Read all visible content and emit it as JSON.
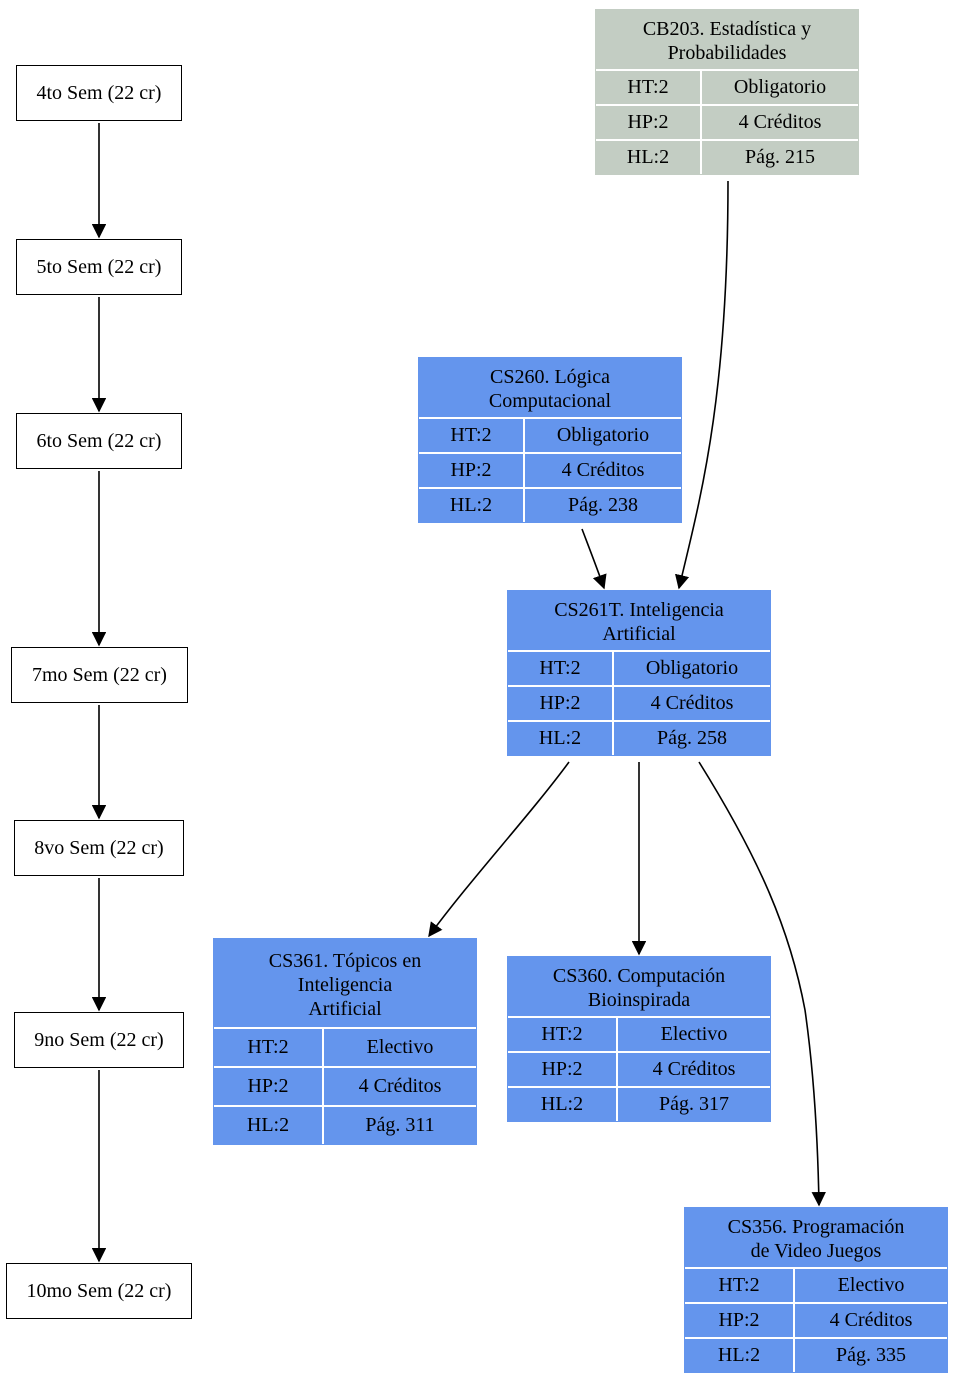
{
  "semesters": [
    {
      "id": "s4",
      "label": "4to Sem (22 cr)"
    },
    {
      "id": "s5",
      "label": "5to Sem (22 cr)"
    },
    {
      "id": "s6",
      "label": "6to Sem (22 cr)"
    },
    {
      "id": "s7",
      "label": "7mo Sem (22 cr)"
    },
    {
      "id": "s8",
      "label": "8vo Sem (22 cr)"
    },
    {
      "id": "s9",
      "label": "9no Sem (22 cr)"
    },
    {
      "id": "s10",
      "label": "10mo Sem (22 cr)"
    }
  ],
  "courses": [
    {
      "id": "cb203",
      "title_lines": [
        "CB203. Estadística y",
        "Probabilidades"
      ],
      "color": "#c3cdc3",
      "ht": "HT:2",
      "hp": "HP:2",
      "hl": "HL:2",
      "type": "Obligatorio",
      "credits": "4 Créditos",
      "page": "Pág. 215"
    },
    {
      "id": "cs260",
      "title_lines": [
        "CS260. Lógica",
        "Computacional"
      ],
      "color": "#6495ed",
      "ht": "HT:2",
      "hp": "HP:2",
      "hl": "HL:2",
      "type": "Obligatorio",
      "credits": "4 Créditos",
      "page": "Pág. 238"
    },
    {
      "id": "cs261t",
      "title_lines": [
        "CS261T. Inteligencia",
        "Artificial"
      ],
      "color": "#6495ed",
      "ht": "HT:2",
      "hp": "HP:2",
      "hl": "HL:2",
      "type": "Obligatorio",
      "credits": "4 Créditos",
      "page": "Pág. 258"
    },
    {
      "id": "cs361",
      "title_lines": [
        "CS361. Tópicos en",
        "Inteligencia",
        "Artificial"
      ],
      "color": "#6495ed",
      "ht": "HT:2",
      "hp": "HP:2",
      "hl": "HL:2",
      "type": "Electivo",
      "credits": "4 Créditos",
      "page": "Pág. 311"
    },
    {
      "id": "cs360",
      "title_lines": [
        "CS360. Computación",
        "Bioinspirada"
      ],
      "color": "#6495ed",
      "ht": "HT:2",
      "hp": "HP:2",
      "hl": "HL:2",
      "type": "Electivo",
      "credits": "4 Créditos",
      "page": "Pág. 317"
    },
    {
      "id": "cs356",
      "title_lines": [
        "CS356. Programación",
        "de Video Juegos"
      ],
      "color": "#6495ed",
      "ht": "HT:2",
      "hp": "HP:2",
      "hl": "HL:2",
      "type": "Electivo",
      "credits": "4 Créditos",
      "page": "Pág. 335"
    }
  ],
  "edges": [
    {
      "from": "s4",
      "to": "s5"
    },
    {
      "from": "s5",
      "to": "s6"
    },
    {
      "from": "s6",
      "to": "s7"
    },
    {
      "from": "s7",
      "to": "s8"
    },
    {
      "from": "s8",
      "to": "s9"
    },
    {
      "from": "s9",
      "to": "s10"
    },
    {
      "from": "cb203",
      "to": "cs261t"
    },
    {
      "from": "cs260",
      "to": "cs261t"
    },
    {
      "from": "cs261t",
      "to": "cs361"
    },
    {
      "from": "cs261t",
      "to": "cs360"
    },
    {
      "from": "cs261t",
      "to": "cs356"
    }
  ]
}
